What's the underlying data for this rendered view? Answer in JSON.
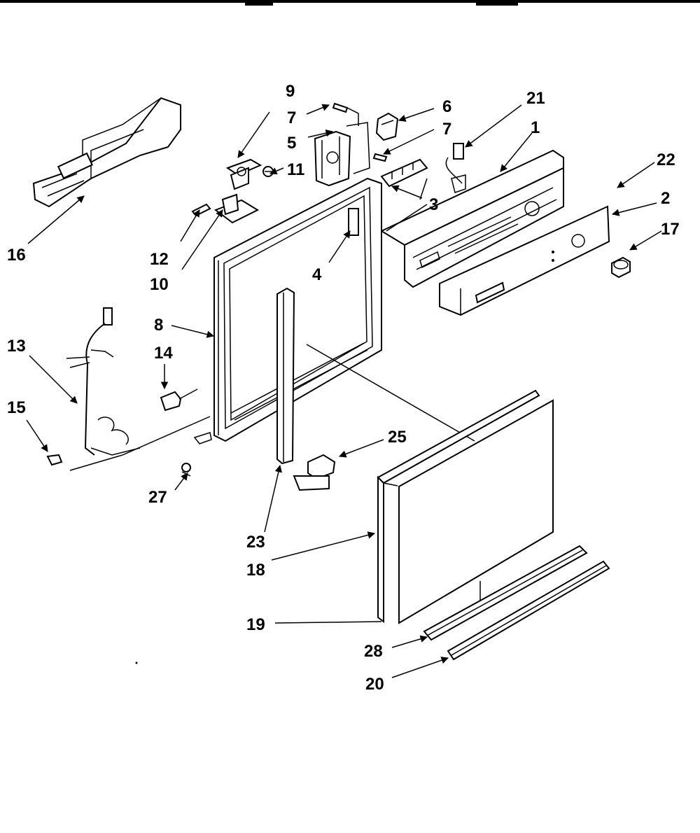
{
  "diagram": {
    "background": "#ffffff",
    "ink": "#000000",
    "callouts": [
      "1",
      "2",
      "3",
      "4",
      "5",
      "6",
      "7",
      "7",
      "8",
      "9",
      "10",
      "11",
      "12",
      "13",
      "14",
      "15",
      "16",
      "17",
      "18",
      "19",
      "20",
      "21",
      "22",
      "23",
      "25",
      "27",
      "28"
    ]
  }
}
